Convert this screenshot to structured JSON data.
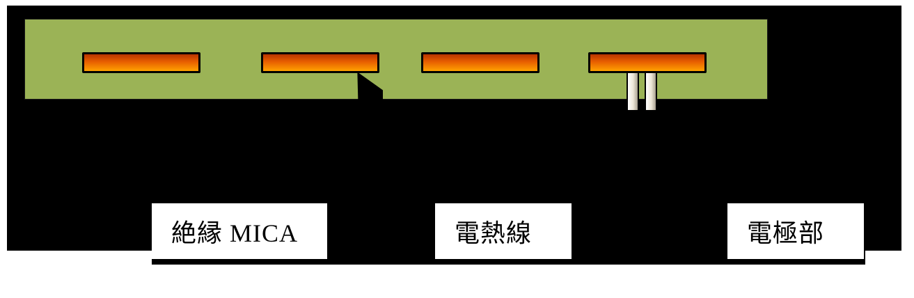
{
  "diagram": {
    "title": "heater-cross-section",
    "labels": [
      {
        "id": "mica",
        "text": "絶縁 MICA"
      },
      {
        "id": "wire",
        "text": "電熱線"
      },
      {
        "id": "electrode",
        "text": "電極部"
      }
    ],
    "components": {
      "board": "insulating-board",
      "heating_wire_count": 4,
      "electrode_pin_count": 2
    },
    "colors": {
      "body_black": "#000000",
      "board_green": "#9bb356",
      "wire_orange_top": "#b83400",
      "wire_orange_bottom": "#ffa200",
      "pin_light": "#ffffff",
      "pin_shade": "#a9a190",
      "label_bg": "#ffffff",
      "label_text": "#000000"
    },
    "icons": [
      {
        "name": "pointer-arrow-icon",
        "meaning": "points to heating wire"
      }
    ]
  }
}
